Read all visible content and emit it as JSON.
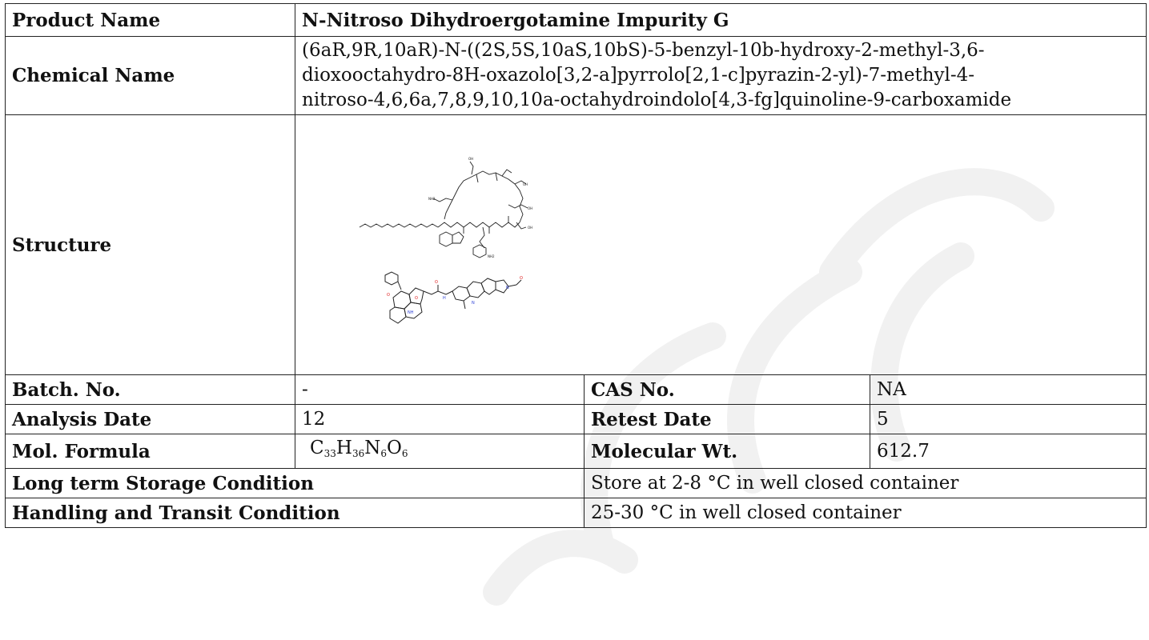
{
  "product": {
    "name_label": "Product Name",
    "name_value": "N-Nitroso Dihydroergotamine Impurity G",
    "chemical_name_label": "Chemical Name",
    "chemical_name_lines": [
      "(6aR,9R,10aR)-N-((2S,5S,10aS,10bS)-5-benzyl-10b-hydroxy-2-methyl-3,6-",
      "dioxooctahydro-8H-oxazolo[3,2-a]pyrrolo[2,1-c]pyrazin-2-yl)-7-methyl-4-",
      "nitroso-4,6,6a,7,8,9,10,10a-octahydroindolo[4,3-fg]quinoline-9-carboxamide"
    ],
    "structure_label": "Structure"
  },
  "details": {
    "batch_label": "Batch. No.",
    "batch_value": "-",
    "cas_label": "CAS No.",
    "cas_value": "NA",
    "analysis_label": "Analysis Date",
    "analysis_value": "12",
    "retest_label": "Retest Date",
    "retest_value": "5",
    "formula_label": "Mol. Formula",
    "formula": {
      "parts": [
        {
          "el": "C",
          "n": "33"
        },
        {
          "el": "H",
          "n": "36"
        },
        {
          "el": "N",
          "n": "6"
        },
        {
          "el": "O",
          "n": "6"
        }
      ]
    },
    "mw_label": "Molecular Wt.",
    "mw_value": "612.7",
    "storage_label": "Long term Storage Condition",
    "storage_value": "Store at 2-8 °C in well closed container",
    "handling_label": "Handling and Transit Condition",
    "handling_value": "25-30 °C in well closed container"
  },
  "colors": {
    "border": "#222222",
    "watermark": "#f1f1f1",
    "nitrogen": "#2b3fd6",
    "oxygen": "#e02020"
  }
}
